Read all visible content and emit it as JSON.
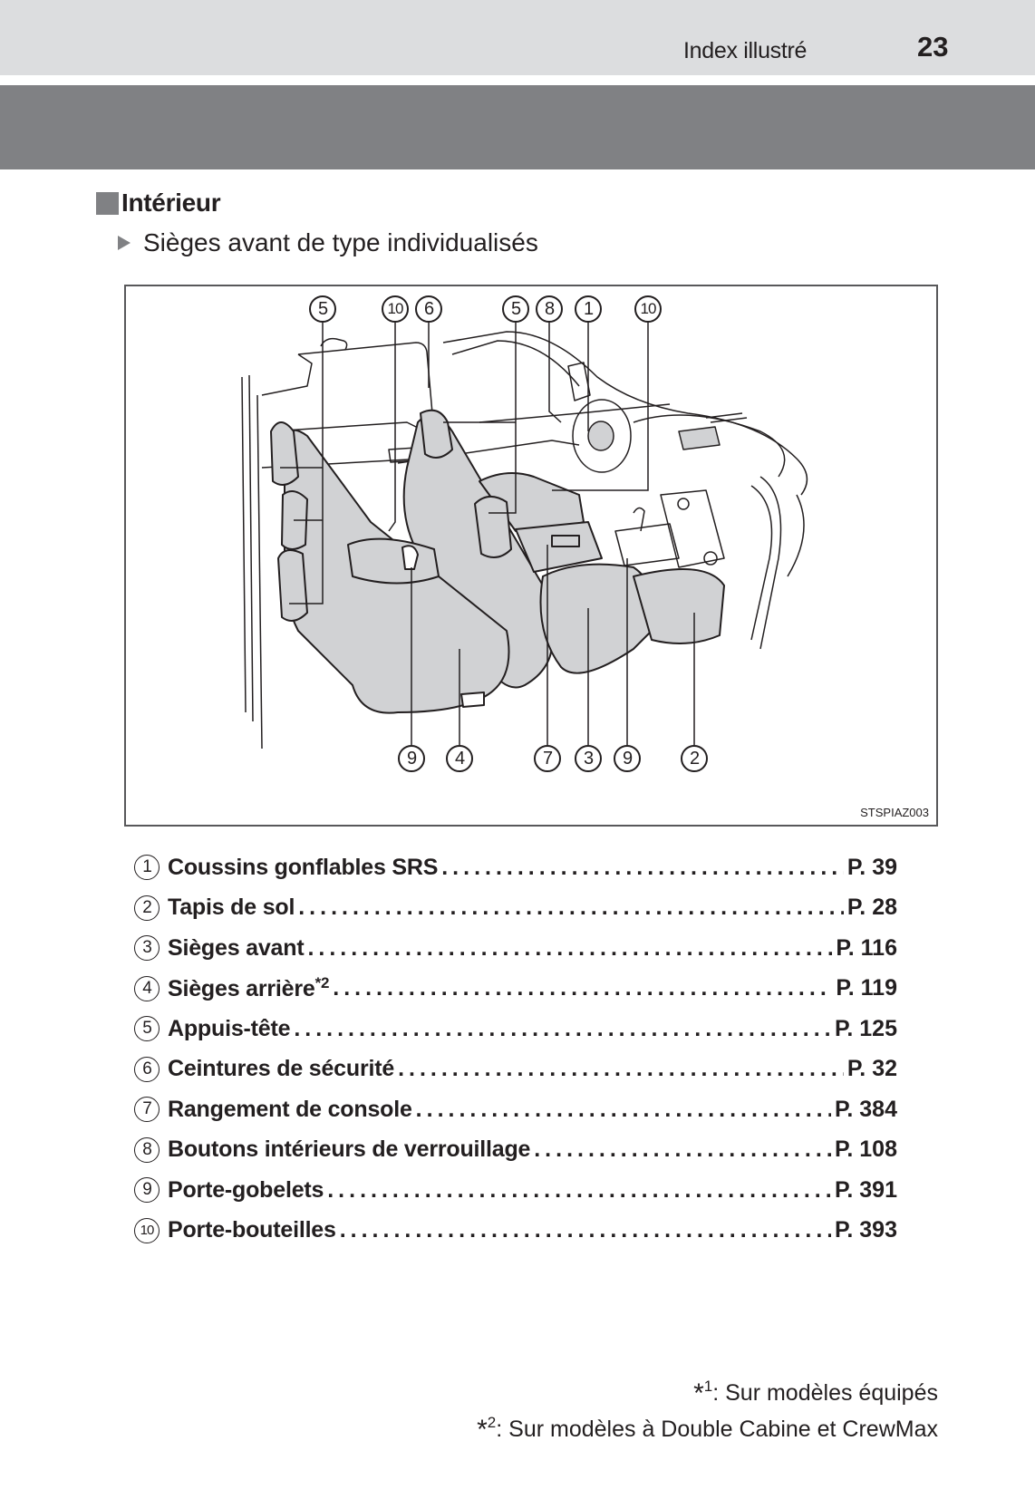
{
  "header": {
    "section_label": "Index illustré",
    "page_number": "23"
  },
  "content": {
    "heading": "Intérieur",
    "subheading": "Sièges avant de type individualisés"
  },
  "figure": {
    "code": "STSPIAZ003",
    "top_callouts": [
      "5",
      "10",
      "6",
      "5",
      "8",
      "1",
      "10"
    ],
    "bottom_callouts": [
      "9",
      "4",
      "7",
      "3",
      "9",
      "2"
    ]
  },
  "items": [
    {
      "num": "1",
      "label": "Coussins gonflables SRS",
      "note": "",
      "page": "P. 39"
    },
    {
      "num": "2",
      "label": "Tapis de sol",
      "note": "",
      "page": "P. 28"
    },
    {
      "num": "3",
      "label": "Sièges avant",
      "note": "",
      "page": "P. 116"
    },
    {
      "num": "4",
      "label": "Sièges arrière",
      "note": "*2",
      "page": "P. 119"
    },
    {
      "num": "5",
      "label": "Appuis-tête",
      "note": "",
      "page": "P. 125"
    },
    {
      "num": "6",
      "label": "Ceintures de sécurité",
      "note": "",
      "page": "P. 32"
    },
    {
      "num": "7",
      "label": "Rangement de console",
      "note": "",
      "page": "P. 384"
    },
    {
      "num": "8",
      "label": "Boutons intérieurs de verrouillage",
      "note": "",
      "page": "P. 108"
    },
    {
      "num": "9",
      "label": "Porte-gobelets",
      "note": "",
      "page": "P. 391"
    },
    {
      "num": "10",
      "label": "Porte-bouteilles",
      "note": "",
      "page": "P. 393"
    }
  ],
  "footnotes": [
    {
      "mark": "*",
      "num": "1",
      "text": ": Sur modèles équipés"
    },
    {
      "mark": "*",
      "num": "2",
      "text": ": Sur modèles à Double Cabine et CrewMax"
    }
  ],
  "colors": {
    "top_band": "#dcdddf",
    "gray_band": "#808184",
    "text": "#231f20",
    "seat_fill": "#d1d2d4"
  }
}
